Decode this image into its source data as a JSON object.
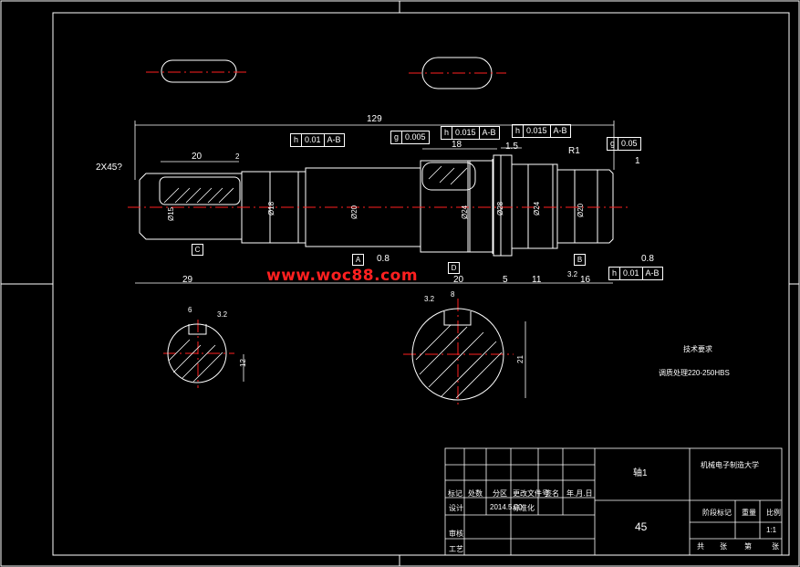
{
  "dimensions": {
    "overall_length": "129",
    "keyway_length": "20",
    "keyway_offset": "2",
    "chamfer": "2X45?",
    "seg_29": "29",
    "seg_20": "20",
    "seg_5": "5",
    "seg_11": "11",
    "seg_16": "16",
    "seg_18": "18",
    "seg_1_5": "1.5",
    "radius": "R1",
    "dia_15": "Ø15",
    "dia_18": "Ø18",
    "dia_20": "Ø20",
    "dia_24": "Ø24",
    "dia_28": "Ø28",
    "dia_24b": "Ø24",
    "dia_20b": "Ø20",
    "section1_depth": "12",
    "section2_depth": "21",
    "key_width_1": "6",
    "key_width_2": "8",
    "roughness_32": "3.2",
    "roughness_08": "0.8",
    "roughness_1": "1"
  },
  "tolerance_frames": {
    "runout_left": [
      "h",
      "0.01",
      "A-B"
    ],
    "cyl_left": [
      "g",
      "0.005"
    ],
    "runout_mid": [
      "h",
      "0.015",
      "A-B"
    ],
    "runout_right": [
      "h",
      "0.015",
      "A-B"
    ],
    "cyl_right": [
      "g",
      "0.05"
    ],
    "runout_bottom": [
      "h",
      "0.01",
      "A-B"
    ]
  },
  "datums": {
    "a": "A",
    "b": "B",
    "c": "C",
    "d": "D"
  },
  "watermark": "www.woc88.com",
  "notes": {
    "title": "技术要求",
    "line1": "调质处理220-250HBS"
  },
  "title_block": {
    "part_name": "轴1",
    "school": "机械电子制造大学",
    "material": "45",
    "date_label": "2014.5.20",
    "scale_value": "1:1",
    "row_labels": [
      "标记",
      "处数",
      "分区",
      "更改文件号",
      "签名",
      "年.月.日"
    ],
    "design_label": "设计",
    "std_label": "标准化",
    "review_label": "审核",
    "craft_label": "工艺",
    "stage_label": "阶段标记",
    "weight_label": "重量",
    "scale_label": "比例",
    "sheet_labels": [
      "共",
      "张",
      "第",
      "张"
    ]
  }
}
